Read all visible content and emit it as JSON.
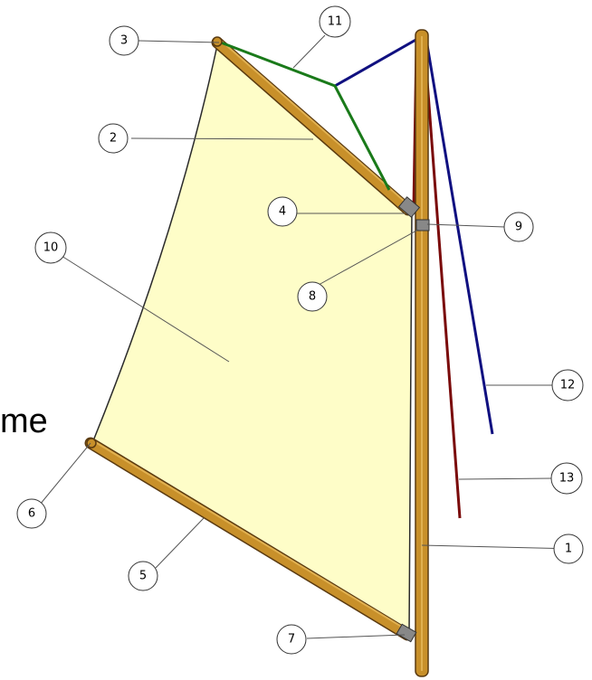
{
  "clipped_text": {
    "word_fragment": "me"
  },
  "callouts": [
    {
      "id": "mast",
      "label": "1"
    },
    {
      "id": "yard",
      "label": "2"
    },
    {
      "id": "yard-peak",
      "label": "3"
    },
    {
      "id": "yard-jaw",
      "label": "4"
    },
    {
      "id": "boom",
      "label": "5"
    },
    {
      "id": "boom-end",
      "label": "6"
    },
    {
      "id": "boom-jaw",
      "label": "7"
    },
    {
      "id": "throat-fitting",
      "label": "8"
    },
    {
      "id": "halyard-block",
      "label": "9"
    },
    {
      "id": "sail",
      "label": "10"
    },
    {
      "id": "yard-bridle",
      "label": "11"
    },
    {
      "id": "halyard",
      "label": "12"
    },
    {
      "id": "downhaul",
      "label": "13"
    }
  ],
  "colors": {
    "sail_fill": "#fefdc8",
    "spar_wood": "#c8902a",
    "spar_edge": "#5a3a10",
    "bridle_green": "#1a7a1a",
    "halyard_blue": "#101080",
    "downhaul_red": "#7a0a0a",
    "fitting_gray": "#888888",
    "leader_gray": "#555555"
  }
}
